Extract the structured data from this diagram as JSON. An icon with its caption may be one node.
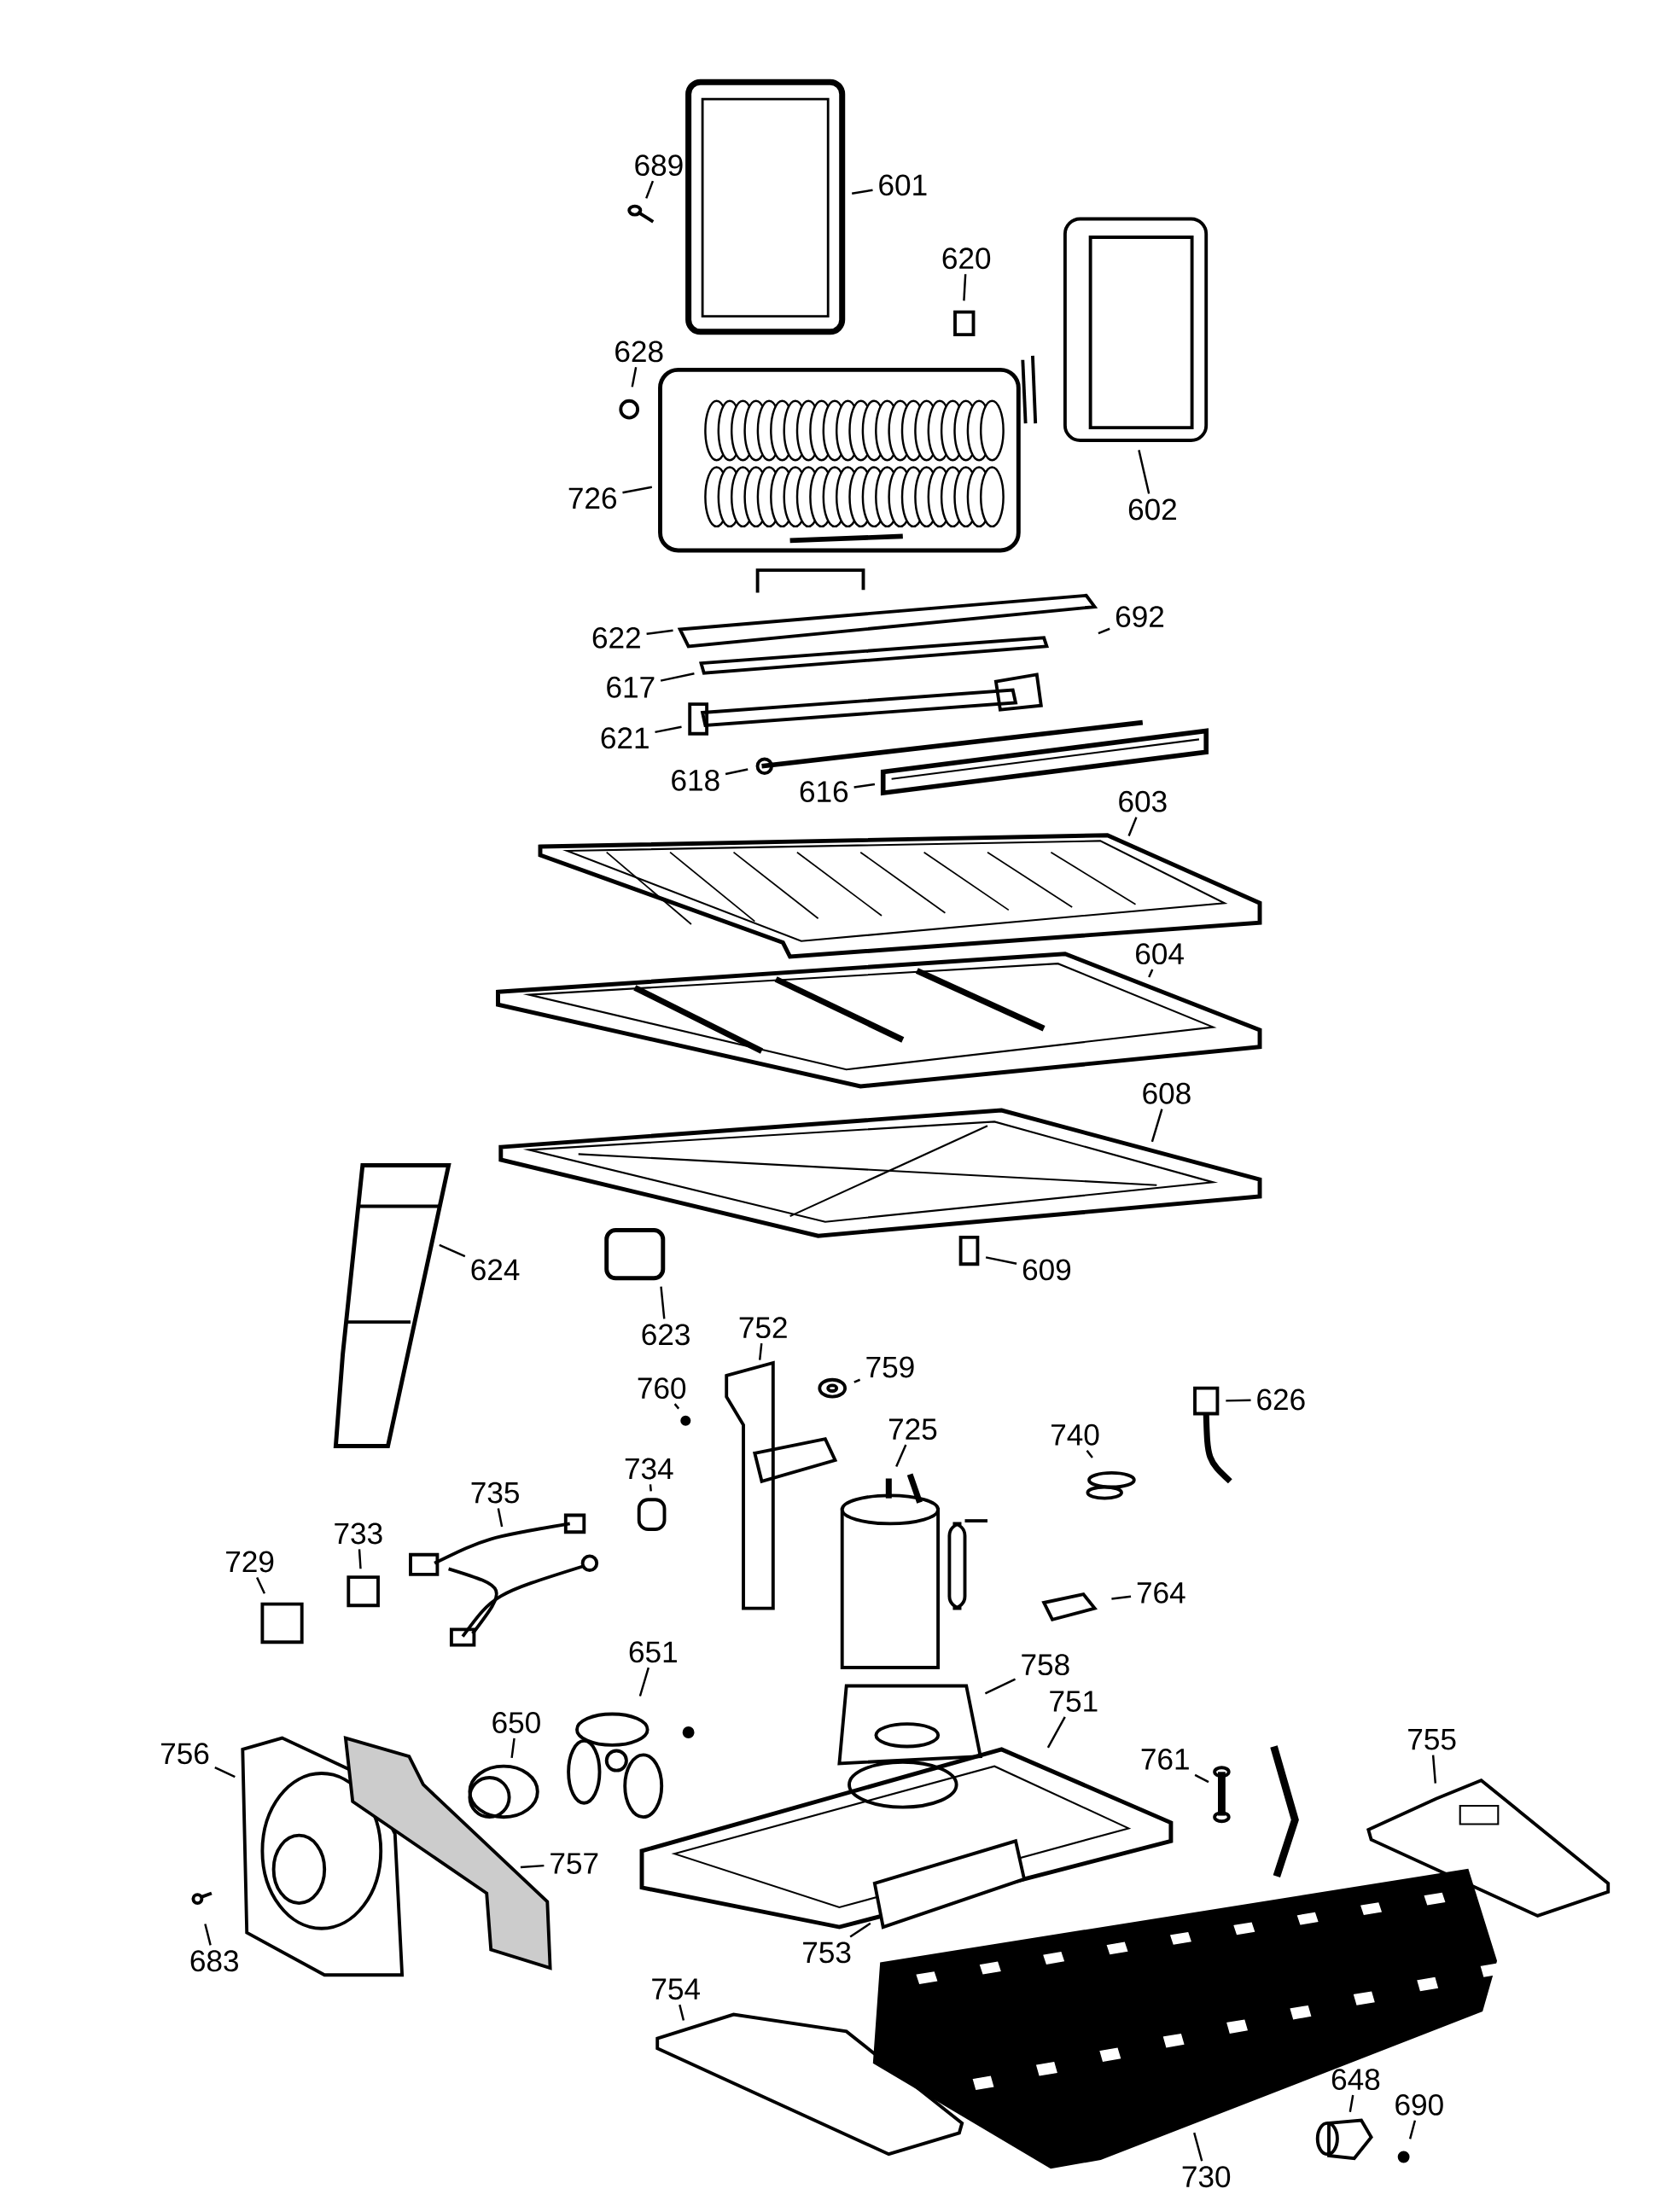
{
  "diagram": {
    "nodes": [
      {
        "text": [
          "689"
        ]
      },
      {
        "text": [
          "601"
        ]
      },
      {
        "text": [
          "620"
        ]
      },
      {
        "text": [
          "628"
        ]
      },
      {
        "text": [
          "726"
        ]
      },
      {
        "text": [
          "602"
        ]
      },
      {
        "text": [
          "692"
        ]
      },
      {
        "text": [
          "622"
        ]
      },
      {
        "text": [
          "617"
        ]
      },
      {
        "text": [
          "621"
        ]
      },
      {
        "text": [
          "618"
        ]
      },
      {
        "text": [
          "616"
        ]
      },
      {
        "text": [
          "603"
        ]
      },
      {
        "text": [
          "604"
        ]
      },
      {
        "text": [
          "608"
        ]
      },
      {
        "text": [
          "624"
        ]
      },
      {
        "text": [
          "609"
        ]
      },
      {
        "text": [
          "623"
        ]
      },
      {
        "text": [
          "752"
        ]
      },
      {
        "text": [
          "759"
        ]
      },
      {
        "text": [
          "760"
        ]
      },
      {
        "text": [
          "626"
        ]
      },
      {
        "text": [
          "725"
        ]
      },
      {
        "text": [
          "740"
        ]
      },
      {
        "text": [
          "734"
        ]
      },
      {
        "text": [
          "735"
        ]
      },
      {
        "text": [
          "733"
        ]
      },
      {
        "text": [
          "729"
        ]
      },
      {
        "text": [
          "764"
        ]
      },
      {
        "text": [
          "651"
        ]
      },
      {
        "text": [
          "758"
        ]
      },
      {
        "text": [
          "751"
        ]
      },
      {
        "text": [
          "650"
        ]
      },
      {
        "text": [
          "756"
        ]
      },
      {
        "text": [
          "761"
        ]
      },
      {
        "text": [
          "755"
        ]
      },
      {
        "text": [
          "757"
        ]
      },
      {
        "text": [
          "683"
        ]
      },
      {
        "text": [
          "753"
        ]
      },
      {
        "text": [
          "754"
        ]
      },
      {
        "text": [
          "648"
        ]
      },
      {
        "text": [
          "690"
        ]
      },
      {
        "text": [
          "730"
        ]
      }
    ],
    "edges": [
      {
        "from": 0,
        "to": null,
        "arrow": "none"
      },
      {
        "from": 1,
        "to": null,
        "arrow": "none"
      },
      {
        "from": 2,
        "to": null,
        "arrow": "none"
      },
      {
        "from": 3,
        "to": null,
        "arrow": "none"
      },
      {
        "from": 4,
        "to": null,
        "arrow": "none"
      },
      {
        "from": 5,
        "to": null,
        "arrow": "none"
      },
      {
        "from": 6,
        "to": null,
        "arrow": "none"
      },
      {
        "from": 7,
        "to": null,
        "arrow": "none"
      },
      {
        "from": 8,
        "to": null,
        "arrow": "none"
      },
      {
        "from": 9,
        "to": null,
        "arrow": "none"
      },
      {
        "from": 10,
        "to": null,
        "arrow": "none"
      },
      {
        "from": 11,
        "to": null,
        "arrow": "none"
      },
      {
        "from": 12,
        "to": null,
        "arrow": "none"
      },
      {
        "from": 13,
        "to": null,
        "arrow": "none"
      },
      {
        "from": 14,
        "to": null,
        "arrow": "none"
      },
      {
        "from": 15,
        "to": null,
        "arrow": "none"
      },
      {
        "from": 16,
        "to": null,
        "arrow": "none"
      },
      {
        "from": 17,
        "to": null,
        "arrow": "none"
      },
      {
        "from": 18,
        "to": null,
        "arrow": "none"
      },
      {
        "from": 19,
        "to": null,
        "arrow": "none"
      },
      {
        "from": 20,
        "to": null,
        "arrow": "none"
      },
      {
        "from": 21,
        "to": null,
        "arrow": "none"
      },
      {
        "from": 22,
        "to": null,
        "arrow": "none"
      },
      {
        "from": 23,
        "to": null,
        "arrow": "none"
      },
      {
        "from": 24,
        "to": null,
        "arrow": "none"
      },
      {
        "from": 25,
        "to": null,
        "arrow": "none"
      },
      {
        "from": 26,
        "to": null,
        "arrow": "none"
      },
      {
        "from": 27,
        "to": null,
        "arrow": "none"
      },
      {
        "from": 28,
        "to": null,
        "arrow": "none"
      },
      {
        "from": 29,
        "to": null,
        "arrow": "none"
      },
      {
        "from": 30,
        "to": null,
        "arrow": "none"
      },
      {
        "from": 31,
        "to": null,
        "arrow": "none"
      },
      {
        "from": 32,
        "to": null,
        "arrow": "none"
      },
      {
        "from": 33,
        "to": null,
        "arrow": "none"
      },
      {
        "from": 34,
        "to": null,
        "arrow": "none"
      },
      {
        "from": 35,
        "to": null,
        "arrow": "none"
      },
      {
        "from": 36,
        "to": null,
        "arrow": "none"
      },
      {
        "from": 37,
        "to": null,
        "arrow": "none"
      },
      {
        "from": 38,
        "to": null,
        "arrow": "none"
      },
      {
        "from": 39,
        "to": null,
        "arrow": "none"
      },
      {
        "from": 40,
        "to": null,
        "arrow": "none"
      },
      {
        "from": 41,
        "to": null,
        "arrow": "none"
      },
      {
        "from": 42,
        "to": null,
        "arrow": "none"
      }
    ]
  }
}
